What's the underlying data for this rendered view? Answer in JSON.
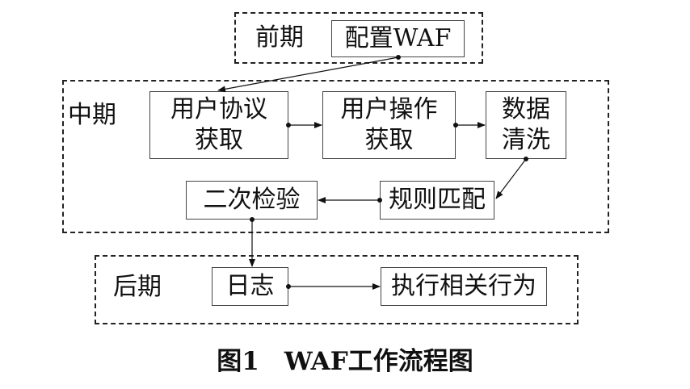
{
  "phases": {
    "early": "前期",
    "middle": "中期",
    "late": "后期"
  },
  "steps": {
    "config_waf": "配置WAF",
    "user_protocol": "用户协议\n获取",
    "user_operation": "用户操作\n获取",
    "data_cleaning": "数据\n清洗",
    "rule_matching": "规则匹配",
    "secondary_check": "二次检验",
    "log": "日志",
    "execute_action": "执行相关行为"
  },
  "caption": "图1　WAF工作流程图"
}
